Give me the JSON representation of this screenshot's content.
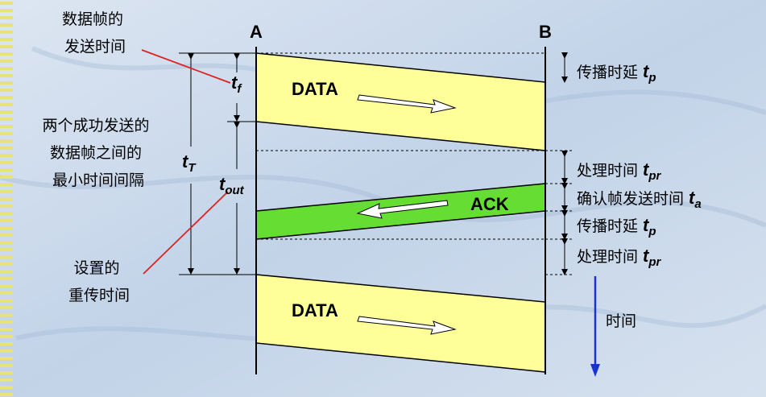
{
  "nodes": {
    "a": "A",
    "b": "B"
  },
  "frames": {
    "data1": "DATA",
    "ack": "ACK",
    "data2": "DATA"
  },
  "left_notes": {
    "send_time": [
      "数据帧的",
      "发送时间"
    ],
    "min_interval": [
      "两个成功发送的",
      "数据帧之间的",
      "最小时间间隔"
    ],
    "retransmit": [
      "设置的",
      "重传时间"
    ]
  },
  "symbols": {
    "tf": {
      "base": "t",
      "sub": "f"
    },
    "tT": {
      "base": "t",
      "sub": "T"
    },
    "tout": {
      "base": "t",
      "sub": "out"
    }
  },
  "right_notes": {
    "prop1": {
      "text": "传播时延 ",
      "base": "t",
      "sub": "p"
    },
    "proc1": {
      "text": "处理时间 ",
      "base": "t",
      "sub": "pr"
    },
    "ack_send": {
      "text": "确认帧发送时间 ",
      "base": "t",
      "sub": "a"
    },
    "prop2": {
      "text": "传播时延 ",
      "base": "t",
      "sub": "p"
    },
    "proc2": {
      "text": "处理时间 ",
      "base": "t",
      "sub": "pr"
    }
  },
  "time_label": "时间",
  "colors": {
    "background": "#c9d8ea",
    "data_frame": "#ffff99",
    "ack_frame": "#66dd33",
    "pointer_line": "#dd2222",
    "time_arrow": "#1a33cc",
    "stripe": "#e8e27a"
  }
}
